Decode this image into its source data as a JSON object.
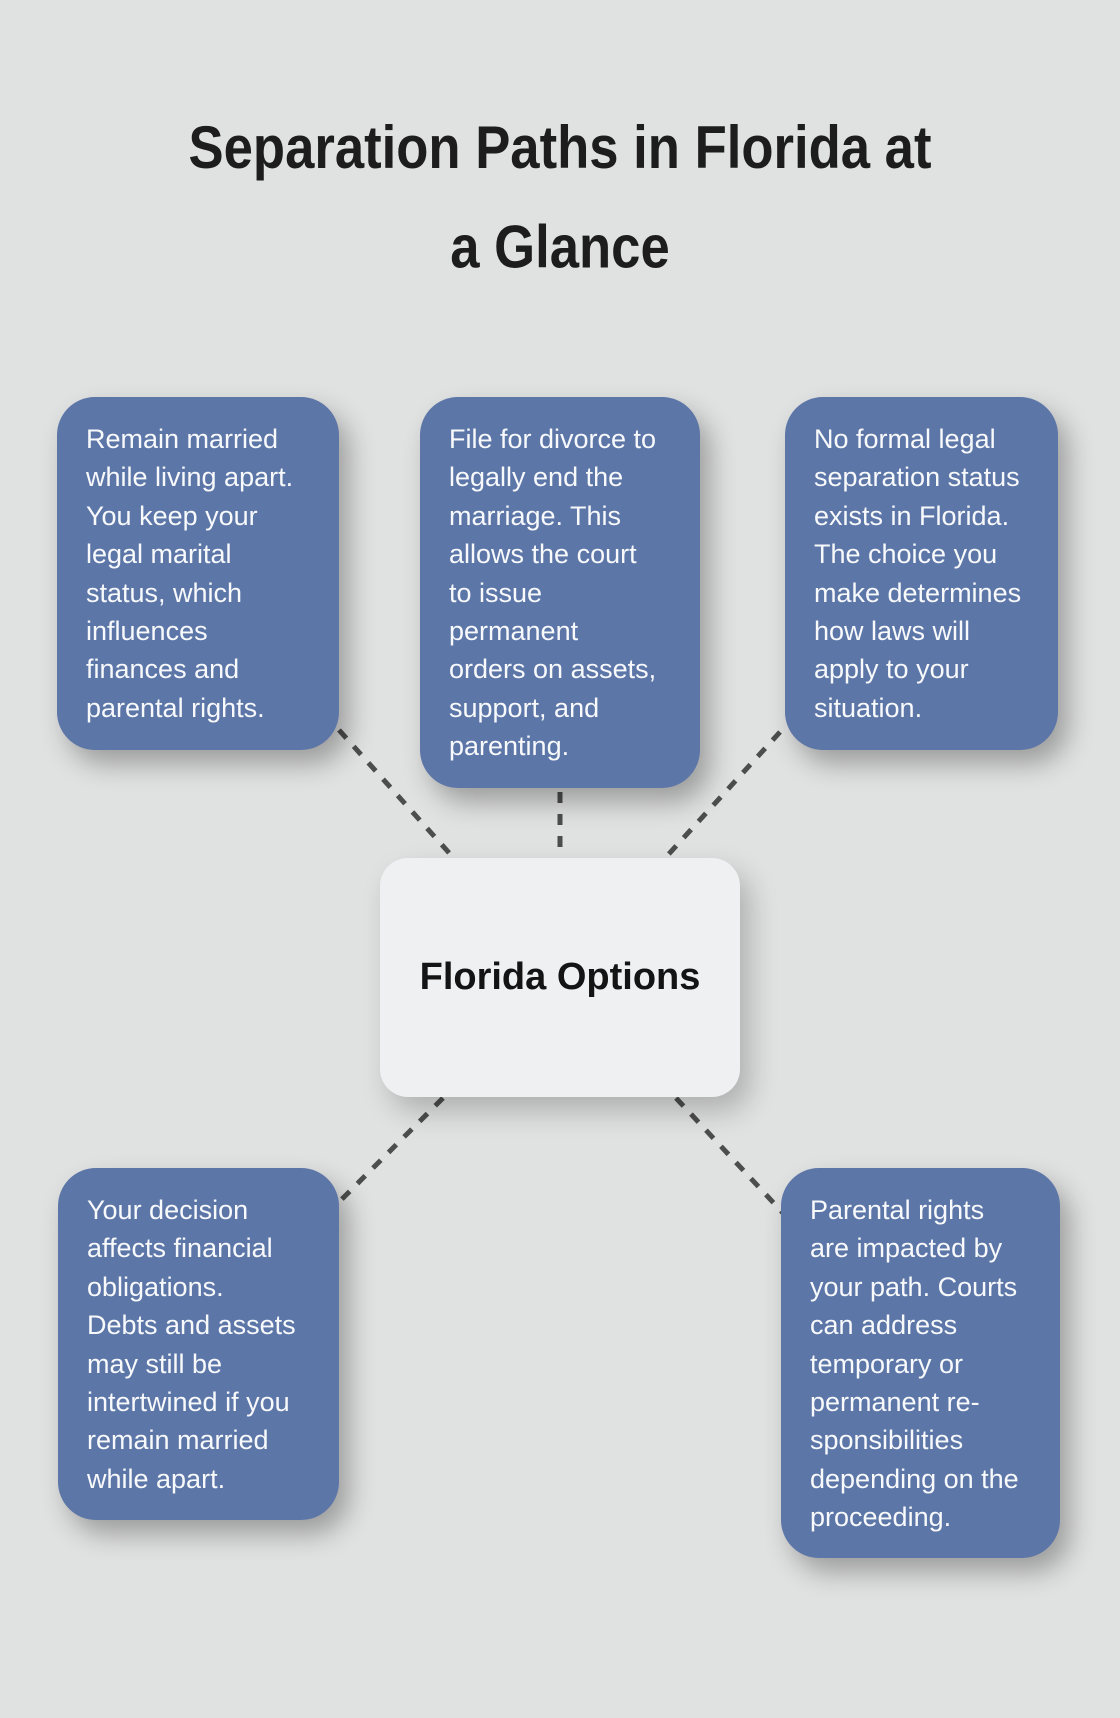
{
  "page": {
    "title_lines": [
      "Separation Paths in Florida at",
      "a Glance"
    ]
  },
  "center_node": {
    "label": "Florida Options"
  },
  "nodes": [
    {
      "id": "remain-married",
      "position": "top-left",
      "lines": [
        "Remain married",
        "while living apart.",
        "You keep your",
        "legal marital",
        "status, which",
        "influences",
        "finances and",
        "parental rights."
      ]
    },
    {
      "id": "file-for-divorce",
      "position": "top-center",
      "lines": [
        "File for divorce to",
        "legally end the",
        "marriage. This",
        "allows the court",
        "to issue",
        "permanent",
        "orders on assets,",
        "support, and",
        "parenting."
      ]
    },
    {
      "id": "no-formal-separation",
      "position": "top-right",
      "lines": [
        "No formal legal",
        "separation status",
        "exists in Florida.",
        "The choice you",
        "make determines",
        "how laws will",
        "apply to your",
        "situation."
      ]
    },
    {
      "id": "financial-obligations",
      "position": "bottom-left",
      "lines": [
        "Your decision",
        "affects financial",
        "obligations.",
        "Debts and assets",
        "may still be",
        "intertwined if you",
        "remain married",
        "while apart."
      ]
    },
    {
      "id": "parental-rights",
      "position": "bottom-right",
      "lines": [
        "Parental rights",
        "are impacted by",
        "your path. Courts",
        "can address",
        "temporary or",
        "permanent re-",
        "sponsibilities",
        "depending on the",
        "proceeding."
      ]
    }
  ],
  "colors": {
    "background": "#e0e1e1",
    "node_fill": "#5d76a8",
    "node_text": "#f7f9fb",
    "center_fill": "#eff0f2",
    "center_text": "#141414",
    "connector": "#4d4d4d",
    "title_text": "#1d1d1d"
  }
}
